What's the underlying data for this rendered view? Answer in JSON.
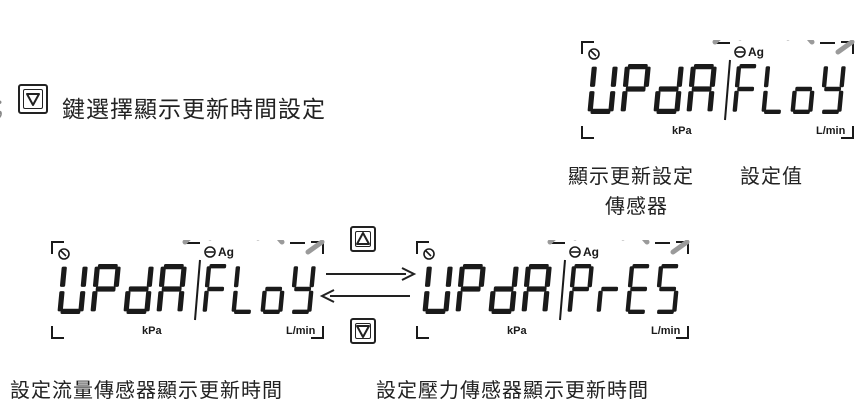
{
  "instruction": {
    "prefix": "；",
    "text": "鍵選擇顯示更新時間設定",
    "key_icon": "down-arrow-key"
  },
  "displays": [
    {
      "id": "top",
      "main": "UPdA",
      "sub": "FLoY",
      "unit_left": "kPa",
      "unit_right": "L/min",
      "badge": "Ag"
    },
    {
      "id": "left",
      "main": "UPdA",
      "sub": "FLoY",
      "unit_left": "kPa",
      "unit_right": "L/min",
      "badge": "Ag"
    },
    {
      "id": "right",
      "main": "UPdA",
      "sub": "PrES",
      "unit_left": "kPa",
      "unit_right": "L/min",
      "badge": "Ag"
    }
  ],
  "labels": {
    "top_setting_line1": "顯示更新設定",
    "top_setting_line2": "傳感器",
    "top_value": "設定值",
    "left_caption": "設定流量傳感器顯示更新時間",
    "right_caption": "設定壓力傳感器顯示更新時間"
  },
  "keys": {
    "up": "up-arrow-key",
    "down": "down-arrow-key"
  },
  "colors": {
    "segment": "#1a1a1a",
    "blink_ray": "#9a9a9a",
    "frame": "#1a1a1a"
  }
}
